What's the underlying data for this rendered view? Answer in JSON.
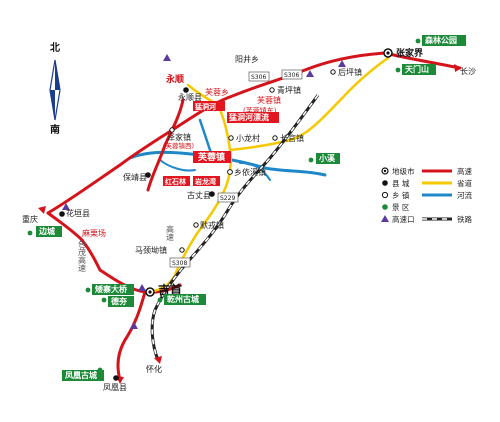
{
  "compass": {
    "north": "北",
    "south": "南"
  },
  "colors": {
    "expressway": "#d4141b",
    "provincial": "#f5c800",
    "river": "#1e88c8",
    "railway": "#222222",
    "scenic": "#1d8a3a",
    "red_box": "#e3151e"
  },
  "places": {
    "zhangjiajie": "张家界",
    "senlin_park": "森林公园",
    "tianmenshan": "天门山",
    "changsha": "长沙",
    "houping": "后坪镇",
    "qingping": "青坪镇",
    "yongshun": "永顺",
    "yongshun_xian": "永顺县",
    "furong_town_top": "芙蓉镇",
    "furong_town_top_sub": "(芙蓉镇东)",
    "zezhuan": "泽家镇",
    "zezhuan_sub": "(芙蓉镇西)",
    "mengdong_rafting": "猛洞河漂流",
    "xiaolong": "小龙村",
    "changguan": "长官镇",
    "furong_box": "芙蓉镇",
    "xiaoxi": "小溪",
    "baojing": "保靖县",
    "hongshilin": "红石林",
    "yuejiang": "岩龙湾",
    "yixi": "乡依溪镇",
    "guzhang": "古丈县",
    "moshi": "默戎镇",
    "huayuan": "花垣县",
    "chongqing": "重庆",
    "biancheng": "边城",
    "majinghao": "马颈坳镇",
    "jishou": "吉首",
    "aizhai_bridge": "矮寨大桥",
    "dehang": "德夯",
    "qianzhou": "乾州古城",
    "fenghuang_old": "凤凰古城",
    "fenghuang": "凤凰县",
    "huaihua": "怀化",
    "laodong": "麻栗场",
    "jingshan": "阳井乡",
    "aibao": "芙蓉乡",
    "yanmengcheng": "猛洞河"
  },
  "road_labels": {
    "s306": "S306",
    "s306b": "S306",
    "s229": "S229",
    "s308": "S308",
    "exp_vertical": "包茂高速",
    "exp_road2": "高速"
  },
  "legend": {
    "items": [
      {
        "symbol": "city",
        "label": "地级市"
      },
      {
        "symbol": "county",
        "label": "县 城"
      },
      {
        "symbol": "township",
        "label": "乡 镇"
      },
      {
        "symbol": "scenic",
        "label": "景 区"
      },
      {
        "symbol": "exit",
        "label": "高速口"
      }
    ],
    "lines": [
      {
        "symbol": "expressway",
        "label": "高速"
      },
      {
        "symbol": "provincial",
        "label": "省道"
      },
      {
        "symbol": "river",
        "label": "河流"
      },
      {
        "symbol": "railway",
        "label": "铁路"
      }
    ]
  }
}
